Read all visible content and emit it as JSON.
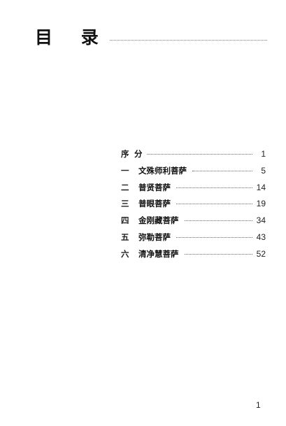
{
  "header": {
    "title": "目 录"
  },
  "toc": [
    {
      "num": "序",
      "label": "分",
      "page": "1",
      "kind": "preface"
    },
    {
      "num": "一",
      "label": "文殊师利菩萨",
      "page": "5"
    },
    {
      "num": "二",
      "label": "普贤菩萨",
      "page": "14"
    },
    {
      "num": "三",
      "label": "普眼菩萨",
      "page": "19"
    },
    {
      "num": "四",
      "label": "金刚藏菩萨",
      "page": "34"
    },
    {
      "num": "五",
      "label": "弥勒菩萨",
      "page": "43"
    },
    {
      "num": "六",
      "label": "清净慧菩萨",
      "page": "52"
    }
  ],
  "folio": "1"
}
